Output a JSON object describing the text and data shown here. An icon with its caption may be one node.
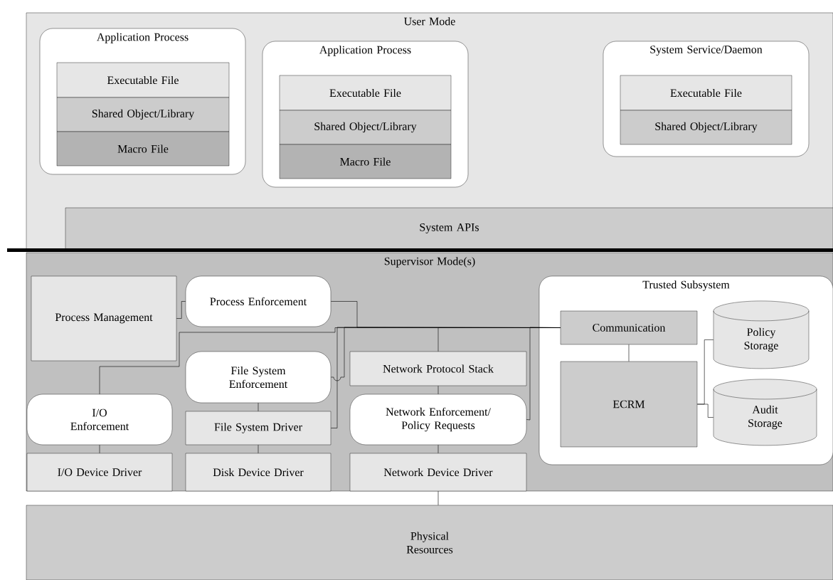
{
  "diagram": {
    "nodes": [
      {
        "text": [
          "User Mode"
        ]
      },
      {
        "text": [
          "Application Process"
        ],
        "in": 0
      },
      {
        "text": [
          "Executable File"
        ],
        "in": 1
      },
      {
        "text": [
          "Shared Object/Library"
        ],
        "in": 1
      },
      {
        "text": [
          "Macro File"
        ],
        "in": 1
      },
      {
        "text": [
          "Application Process"
        ],
        "in": 0
      },
      {
        "text": [
          "Executable File"
        ],
        "in": 5
      },
      {
        "text": [
          "Shared Object/Library"
        ],
        "in": 5
      },
      {
        "text": [
          "Macro File"
        ],
        "in": 5
      },
      {
        "text": [
          "System Service/Daemon"
        ],
        "in": 0
      },
      {
        "text": [
          "Executable File"
        ],
        "in": 9
      },
      {
        "text": [
          "Shared Object/Library"
        ],
        "in": 9
      },
      {
        "text": [
          "System APIs"
        ],
        "in": 0
      },
      {
        "text": [
          "Supervisor Mode(s)"
        ]
      },
      {
        "text": [
          "Process Management"
        ],
        "in": 13
      },
      {
        "text": [
          "Process Enforcement"
        ],
        "in": 13
      },
      {
        "text": [
          "File System Enforcement"
        ],
        "in": 13
      },
      {
        "text": [
          "Network Protocol Stack"
        ],
        "in": 13
      },
      {
        "text": [
          "I/O Enforcement"
        ],
        "in": 13
      },
      {
        "text": [
          "File System Driver"
        ],
        "in": 13
      },
      {
        "text": [
          "Network Enforcement/ Policy Requests"
        ],
        "in": 13
      },
      {
        "text": [
          "I/O Device Driver"
        ],
        "in": 13
      },
      {
        "text": [
          "Disk Device Driver"
        ],
        "in": 13
      },
      {
        "text": [
          "Network Device Driver"
        ],
        "in": 13
      },
      {
        "text": [
          "Trusted Subsystem"
        ],
        "in": 13
      },
      {
        "text": [
          "Communication"
        ],
        "in": 24
      },
      {
        "text": [
          "ECRM"
        ],
        "in": 24
      },
      {
        "text": [
          "Policy Storage"
        ],
        "in": 24
      },
      {
        "text": [
          "Audit Storage"
        ],
        "in": 24
      },
      {
        "text": [
          "Physical Resources"
        ]
      }
    ],
    "edges": [
      {
        "from": 14,
        "to": 15,
        "arrow": "none"
      },
      {
        "from": 15,
        "to": 25,
        "arrow": "none"
      },
      {
        "from": 18,
        "to": 25,
        "arrow": "none"
      },
      {
        "from": 19,
        "to": 25,
        "arrow": "none"
      },
      {
        "from": 16,
        "to": 25,
        "arrow": "none"
      },
      {
        "from": 17,
        "to": 25,
        "arrow": "none"
      },
      {
        "from": 20,
        "to": 25,
        "arrow": "none"
      },
      {
        "from": 16,
        "to": 19,
        "arrow": "none"
      },
      {
        "from": 19,
        "to": 22,
        "arrow": "none"
      },
      {
        "from": 18,
        "to": 21,
        "arrow": "none"
      },
      {
        "from": 17,
        "to": 20,
        "arrow": "none"
      },
      {
        "from": 20,
        "to": 23,
        "arrow": "none"
      },
      {
        "from": 23,
        "to": 29,
        "arrow": "none"
      },
      {
        "from": 25,
        "to": 26,
        "arrow": "none"
      },
      {
        "from": 26,
        "to": 27,
        "arrow": "none"
      },
      {
        "from": 26,
        "to": 28,
        "arrow": "none"
      }
    ]
  }
}
